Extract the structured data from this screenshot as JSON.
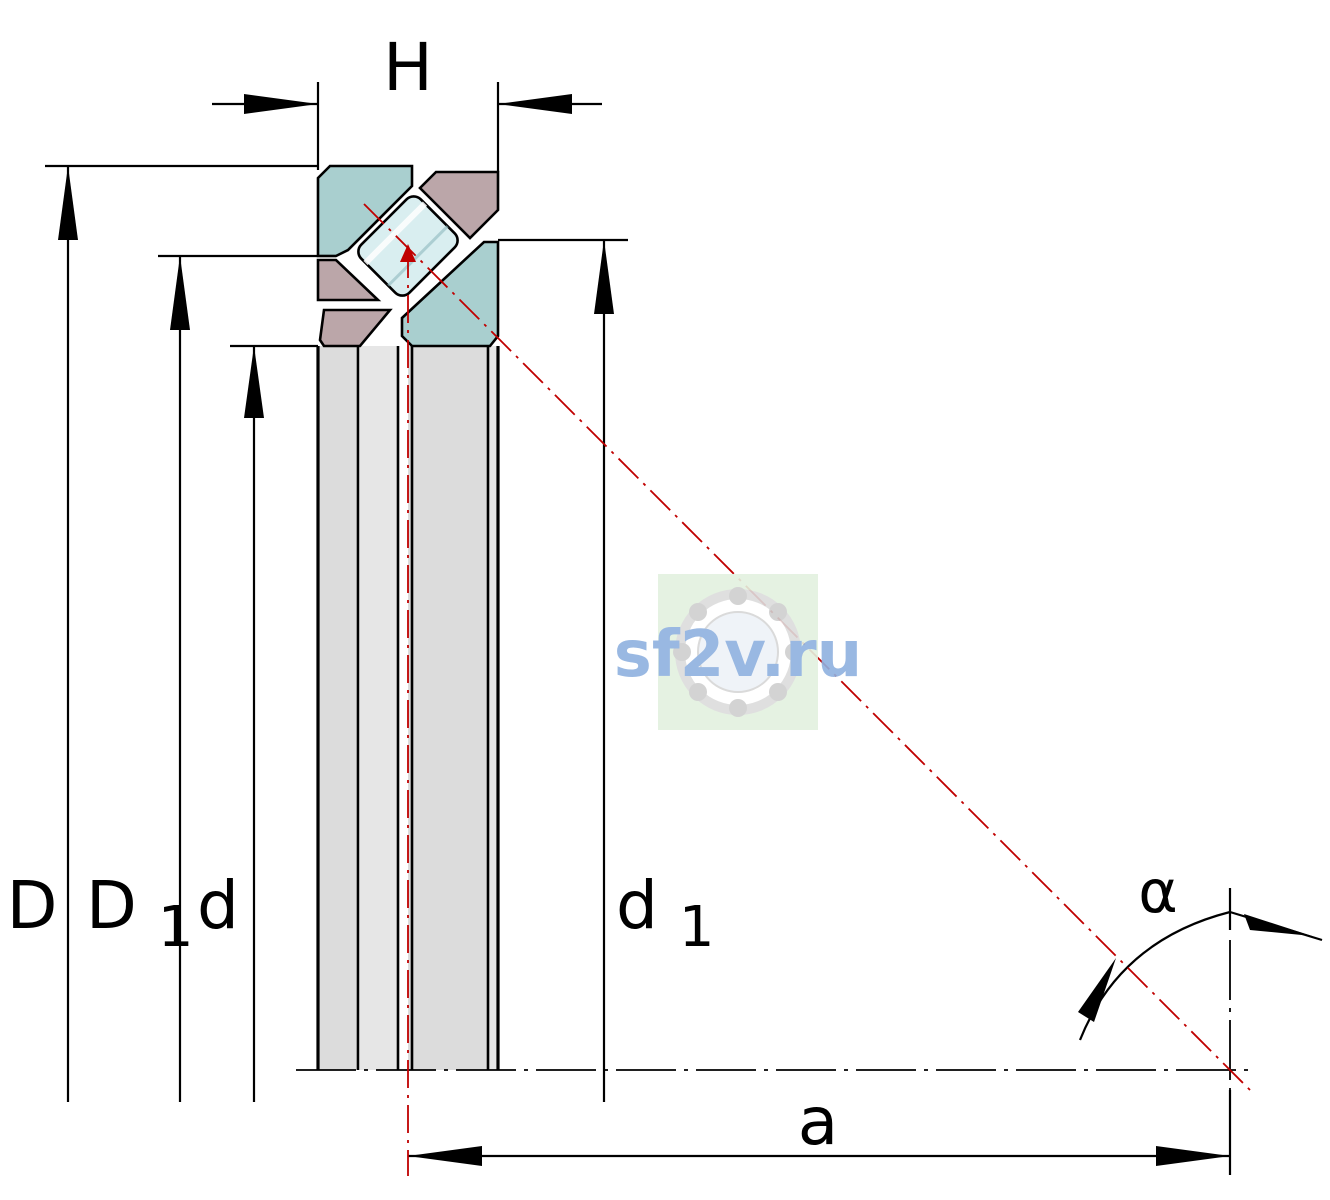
{
  "labels": {
    "H": "H",
    "D": "D",
    "D1_main": "D",
    "D1_sub": "1",
    "d": "d",
    "d1_main": "d",
    "d1_sub": "1",
    "a": "a",
    "alpha": "α"
  },
  "watermark": {
    "text": "sf2v.ru"
  },
  "colors": {
    "shaft_washer": "#a9cfcf",
    "housing_washer": "#bba6a9",
    "body_gray": "#dcdcdc",
    "roller": "#d9eef0",
    "centerline": "#c00000",
    "watermark_text": "#8fb1df",
    "watermark_bg": "#e3f1df"
  }
}
